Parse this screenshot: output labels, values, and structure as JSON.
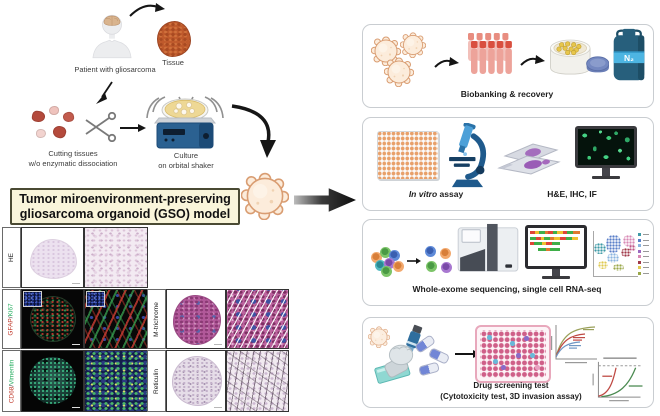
{
  "workflow": {
    "patient_label": "Patient with gliosarcoma",
    "tissue_label": "Tissue",
    "cutting_line1": "Cutting tissues",
    "cutting_line2": "w/o enzymatic dissociation",
    "culture_line1": "Culture",
    "culture_line2": "on orbital shaker",
    "title_line1": "Tumor miroenvironment-preserving",
    "title_line2": "gliosarcoma organoid (GSO) model"
  },
  "histology": {
    "he": "HE",
    "gfap_part1": "GFAP",
    "gfap_sep": "/",
    "gfap_part2": "Ki67",
    "cd68_part1": "CD68",
    "cd68_sep": "/",
    "cd68_part2": "Vimentin",
    "mtrichrome": "M-trichrome",
    "reticulin": "Reticulin"
  },
  "panels": {
    "biobanking": {
      "caption": "Biobanking & recovery",
      "n2_label": "N₂"
    },
    "invitro": {
      "caption_italic": "In vitro",
      "caption_rest": "assay",
      "stain_caption": "H&E, IHC, IF"
    },
    "sequencing": {
      "caption": "Whole-exome sequencing, single cell RNA-seq"
    },
    "drug": {
      "caption_line1": "Drug screening test",
      "caption_line2": "(Cytotoxicity test, 3D invasion assay)"
    }
  },
  "colors": {
    "organoid_fill": "#fcecdb",
    "organoid_stroke": "#d99d72",
    "title_box_bg": "#f9f5da",
    "title_box_border": "#4a4a33",
    "panel_border": "#c9cdd1",
    "n2_tank": "#275f7c",
    "n2_band": "#4db5e2",
    "gfap_red": "#c0392b",
    "ki67_green": "#27ae60"
  }
}
